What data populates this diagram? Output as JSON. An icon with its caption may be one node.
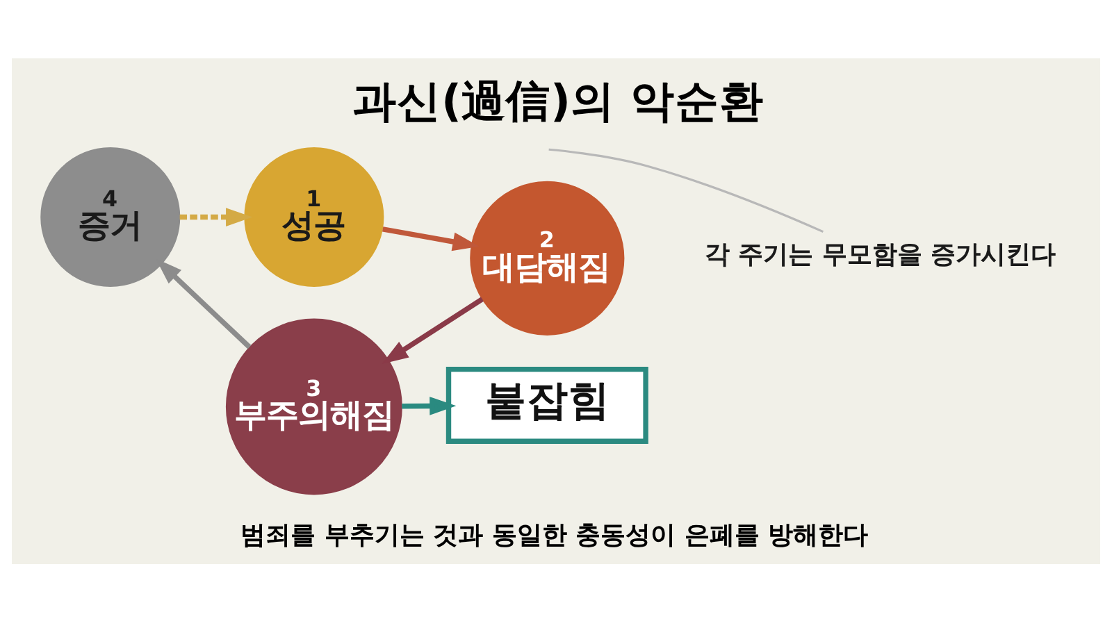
{
  "diagram": {
    "title": "과신(過信)의 악순환",
    "caption": "범죄를 부추기는 것과 동일한 충동성이 은폐를 방해한다",
    "nodes": [
      {
        "text": [
          "1",
          "성공"
        ]
      },
      {
        "text": [
          "2",
          "대담해짐"
        ]
      },
      {
        "text": [
          "3",
          "부주의해짐"
        ]
      },
      {
        "text": [
          "4",
          "증거"
        ]
      },
      {
        "text": [
          "붙잡힘"
        ]
      },
      {
        "text": [
          "각 주기는 무모함을 증가시킨다"
        ]
      }
    ],
    "edges": [
      {
        "from": 0,
        "to": 1,
        "arrow": "to",
        "color": "#c0583a"
      },
      {
        "from": 1,
        "to": 2,
        "arrow": "to",
        "color": "#8a3a48"
      },
      {
        "from": 2,
        "to": 3,
        "arrow": "to",
        "color": "#8c8c8c"
      },
      {
        "from": 3,
        "to": 0,
        "arrow": "to",
        "style": "dashed",
        "color": "#d4aa45"
      },
      {
        "from": 2,
        "to": 4,
        "arrow": "to",
        "color": "#2a8a80"
      },
      {
        "from": 5,
        "to": null,
        "arrow": "none",
        "color": "#b8b8b8"
      }
    ]
  }
}
